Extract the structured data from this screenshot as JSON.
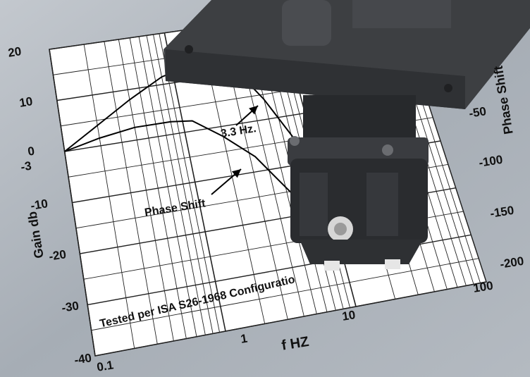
{
  "chart_data": {
    "type": "line",
    "title": "",
    "xlabel": "f HZ",
    "ylabel": "Gain db",
    "y2label": "Phase Shift",
    "xscale": "log",
    "xlim": [
      0.1,
      100
    ],
    "ylim": [
      -40,
      20
    ],
    "y2lim": [
      -200,
      0
    ],
    "grid": true,
    "x_ticks": [
      "0.1",
      "1",
      "10",
      "100"
    ],
    "y_ticks": [
      "20",
      "10",
      "0",
      "-3",
      "-10",
      "-20",
      "-30",
      "-40"
    ],
    "y2_ticks": [
      "-50",
      "-100",
      "-150",
      "-200"
    ],
    "series": [
      {
        "name": "Gain",
        "x": [
          0.1,
          0.2,
          0.4,
          0.8,
          1.5,
          2.5,
          3.3,
          5,
          8,
          12,
          20
        ],
        "y": [
          0,
          4,
          8,
          11.5,
          13,
          12.5,
          11,
          4,
          -7,
          -16,
          -28
        ]
      },
      {
        "name": "Phase Shift",
        "x": [
          0.1,
          0.2,
          0.4,
          0.8,
          1.2,
          2,
          3.3,
          5,
          8,
          12
        ],
        "y": [
          0,
          1.5,
          2.5,
          2.5,
          2,
          -2,
          -7,
          -14,
          -22,
          -30
        ]
      }
    ],
    "annotations": [
      "3.3 Hz.",
      "Phase Shift",
      "Tested per ISA S26-1968 Configuratio"
    ]
  }
}
